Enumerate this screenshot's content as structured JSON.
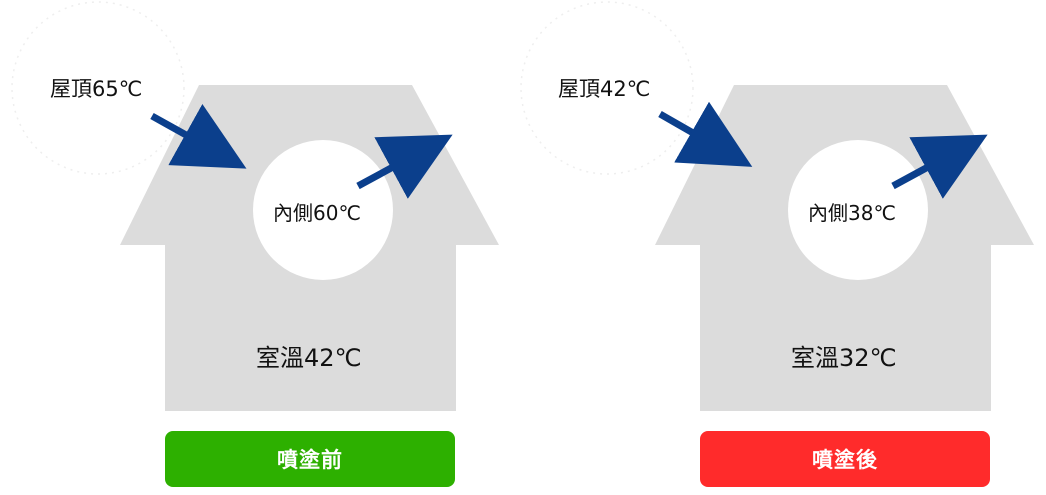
{
  "colors": {
    "house": "#dcdcdc",
    "arrow": "#0b3f8c",
    "before_badge": "#2db000",
    "after_badge": "#ff2b2b",
    "text": "#111111"
  },
  "before": {
    "roof_temp_label": "屋頂65℃",
    "inner_temp_label": "內側60℃",
    "room_temp_label": "室溫42℃",
    "badge_label": "噴塗前"
  },
  "after": {
    "roof_temp_label": "屋頂42℃",
    "inner_temp_label": "內側38℃",
    "room_temp_label": "室溫32℃",
    "badge_label": "噴塗後"
  }
}
